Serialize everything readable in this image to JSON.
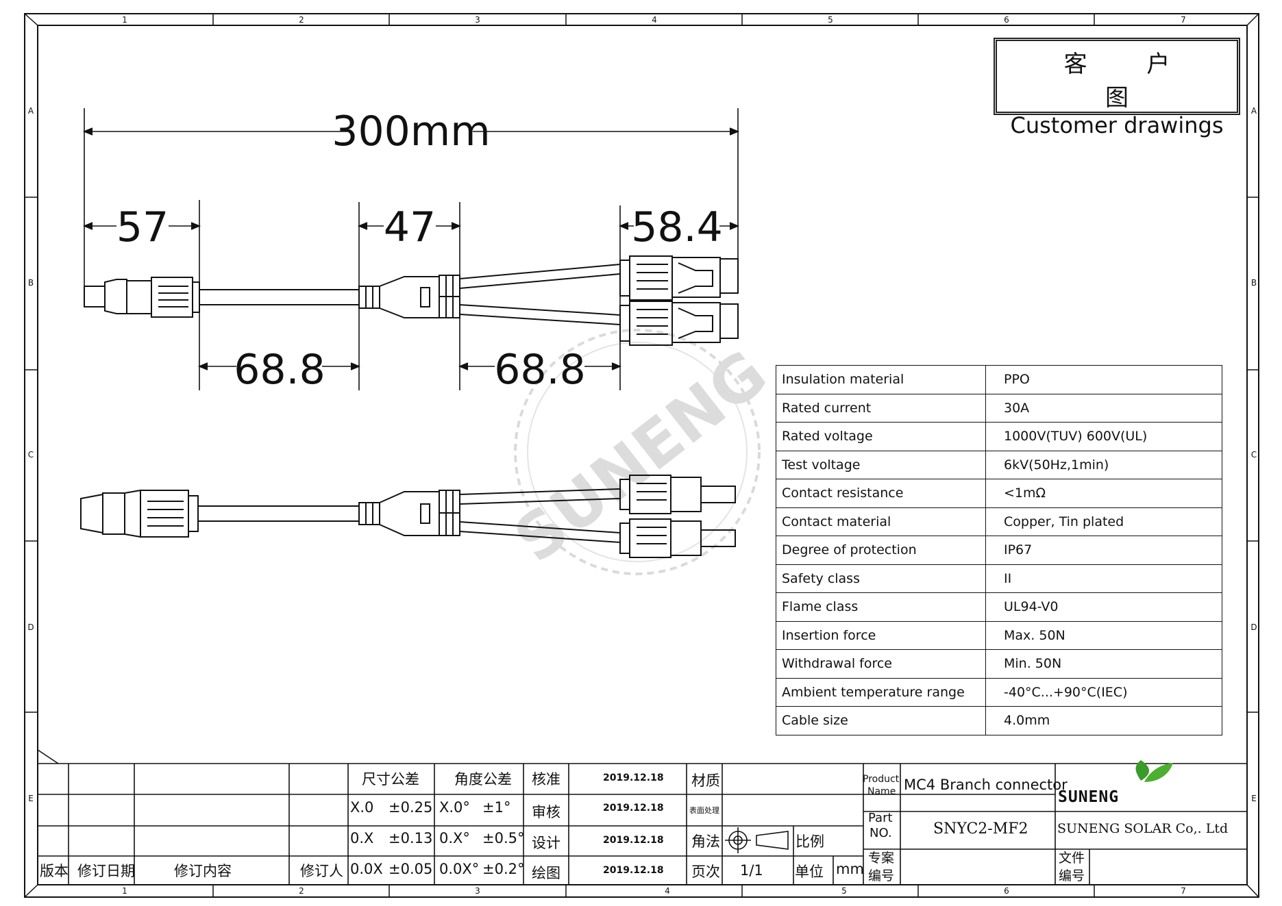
{
  "title": {
    "cn": "客 户 图",
    "en": "Customer drawings"
  },
  "grid": {
    "cols": [
      "1",
      "2",
      "3",
      "4",
      "5",
      "6",
      "7"
    ],
    "rows": [
      "A",
      "B",
      "C",
      "D",
      "E"
    ]
  },
  "dimensions": {
    "total": "300mm",
    "left_connector": "57",
    "branch_body": "47",
    "right_connectors": "58.4",
    "left_cable": "68.8",
    "right_cable": "68.8"
  },
  "watermark": "SUNENG",
  "specs": [
    {
      "label": "Insulation  material",
      "value": "PPO"
    },
    {
      "label": "Rated  current",
      "value": "30A"
    },
    {
      "label": "Rated  voltage",
      "value": "1000V(TUV)  600V(UL)"
    },
    {
      "label": "Test  voltage",
      "value": "6kV(50Hz,1min)"
    },
    {
      "label": "Contact  resistance",
      "value": "<1mΩ"
    },
    {
      "label": "Contact  material",
      "value": "Copper,  Tin  plated"
    },
    {
      "label": "Degree  of  protection",
      "value": "IP67"
    },
    {
      "label": "Safety  class",
      "value": "II"
    },
    {
      "label": "Flame  class",
      "value": "UL94-V0"
    },
    {
      "label": "Insertion  force",
      "value": "Max.  50N"
    },
    {
      "label": "Withdrawal  force",
      "value": "Min.  50N"
    },
    {
      "label": "Ambient  temperature  range",
      "value": "-40°C...+90°C(IEC)"
    },
    {
      "label": "Cable size",
      "value": "4.0mm"
    }
  ],
  "title_block": {
    "rev_headers": {
      "version": "版本",
      "date": "修订日期",
      "content": "修订内容",
      "reviser": "修订人"
    },
    "tol_header_dim": "尺寸公差",
    "tol_header_ang": "角度公差",
    "tol_rows": [
      {
        "dim": "X.0",
        "dim_tol": "±0.25",
        "ang": "X.0°",
        "ang_tol": "±1°"
      },
      {
        "dim": "0.X",
        "dim_tol": "±0.13",
        "ang": "0.X°",
        "ang_tol": "±0.5°"
      },
      {
        "dim": "0.0X",
        "dim_tol": "±0.05",
        "ang": "0.0X°",
        "ang_tol": "±0.2°"
      }
    ],
    "roles": [
      "核准",
      "审核",
      "设计",
      "绘图"
    ],
    "dates": [
      "2019.12.18",
      "2019.12.18",
      "2019.12.18",
      "2019.12.18"
    ],
    "material_label": "材质",
    "surface_label": "表面处理",
    "angle_label": "角法",
    "scale_label": "比例",
    "page_label": "页次",
    "page_value": "1/1",
    "unit_label": "单位",
    "unit_value": "mm",
    "product_label_1": "Product",
    "product_label_2": "Name",
    "product_name": "MC4 Branch connector",
    "part_label_1": "Part",
    "part_label_2": "NO.",
    "part_no": "SNYC2-MF2",
    "case_label_1": "专案",
    "case_label_2": "编号",
    "file_label_1": "文件",
    "file_label_2": "编号",
    "company_logo": "SUNENG",
    "company_name": "SUNENG  SOLAR  Co,.  Ltd"
  },
  "colors": {
    "line": "#111111",
    "watermark": "#d9d9d9",
    "leaf": "#3a9a2a"
  }
}
